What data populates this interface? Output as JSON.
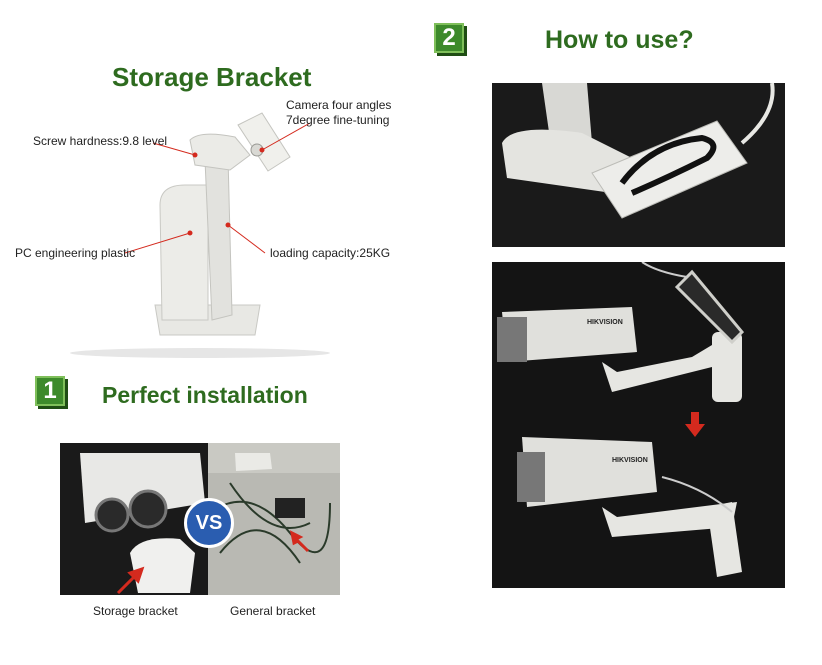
{
  "section_main": {
    "title": "Storage Bracket"
  },
  "bracket_labels": {
    "camera_angles_line1": "Camera four angles",
    "camera_angles_line2": "7degree fine-tuning",
    "screw": "Screw hardness:9.8  level",
    "plastic": "PC engineering plastic",
    "capacity": "loading capacity:25KG"
  },
  "section1": {
    "number": "1",
    "title": "Perfect installation"
  },
  "section2": {
    "number": "2",
    "title": "How to use?"
  },
  "comparison": {
    "vs_label": "VS",
    "left_caption": "Storage bracket",
    "right_caption": "General bracket"
  },
  "camera_brand": "HIKVISION",
  "colors": {
    "title_green": "#2e6b1f",
    "badge_green": "#3d8a2b",
    "arrow_red": "#d42a1e",
    "vs_blue": "#2a5db0"
  }
}
